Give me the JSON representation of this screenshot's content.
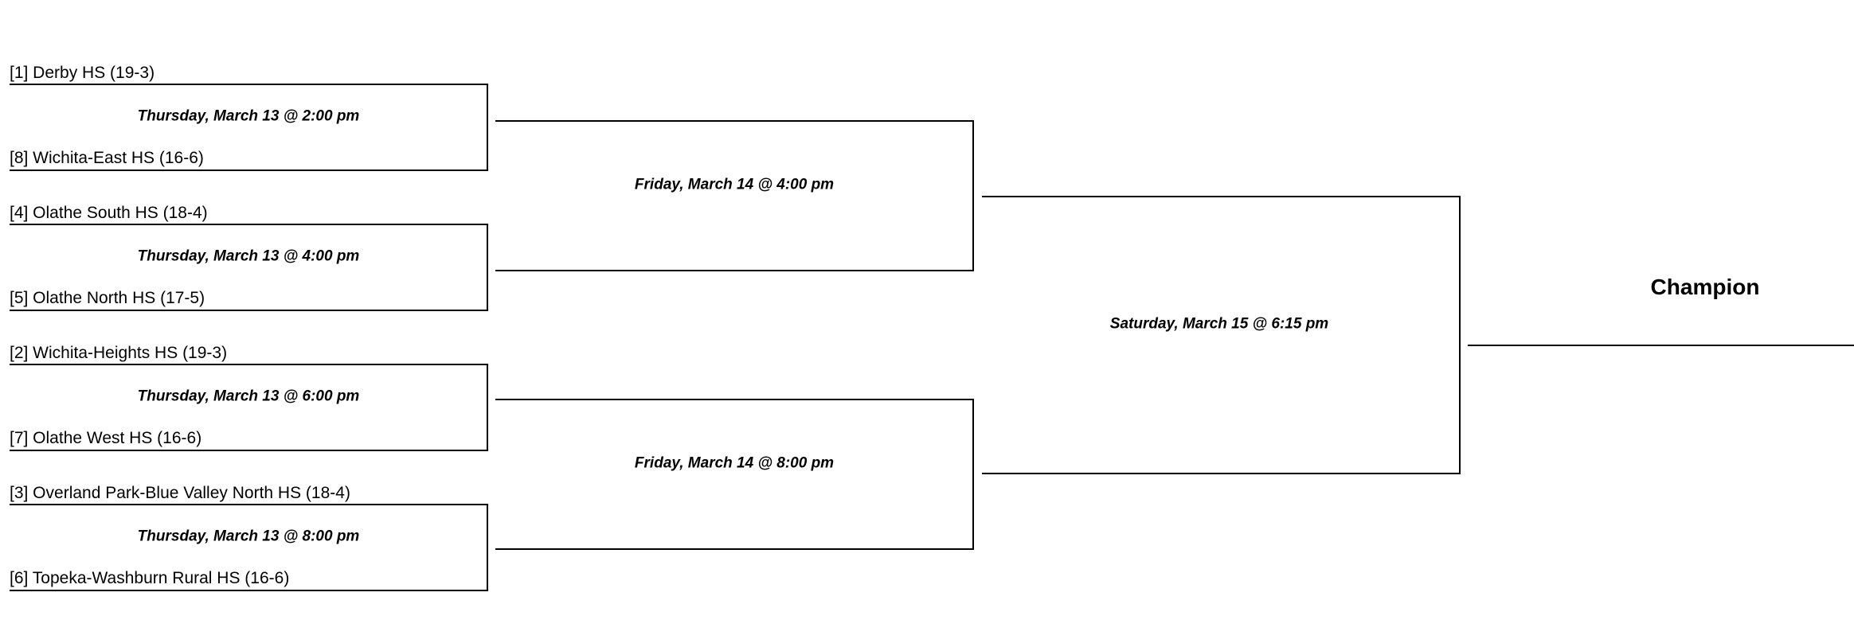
{
  "round1": [
    {
      "top_team": "[1] Derby HS (19-3)",
      "bottom_team": "[8] Wichita-East HS (16-6)",
      "date": "Thursday, March 13 @ 2:00 pm"
    },
    {
      "top_team": "[4] Olathe South HS (18-4)",
      "bottom_team": "[5] Olathe North HS (17-5)",
      "date": "Thursday, March 13 @ 4:00 pm"
    },
    {
      "top_team": "[2] Wichita-Heights HS (19-3)",
      "bottom_team": "[7] Olathe West HS (16-6)",
      "date": "Thursday, March 13 @ 6:00 pm"
    },
    {
      "top_team": "[3] Overland Park-Blue Valley North HS (18-4)",
      "bottom_team": "[6] Topeka-Washburn Rural HS (16-6)",
      "date": "Thursday, March 13 @ 8:00 pm"
    }
  ],
  "round2": [
    {
      "date": "Friday, March 14 @ 4:00 pm"
    },
    {
      "date": "Friday, March 14 @ 8:00 pm"
    }
  ],
  "final": {
    "date": "Saturday, March 15 @ 6:15 pm"
  },
  "champion_label": "Champion"
}
